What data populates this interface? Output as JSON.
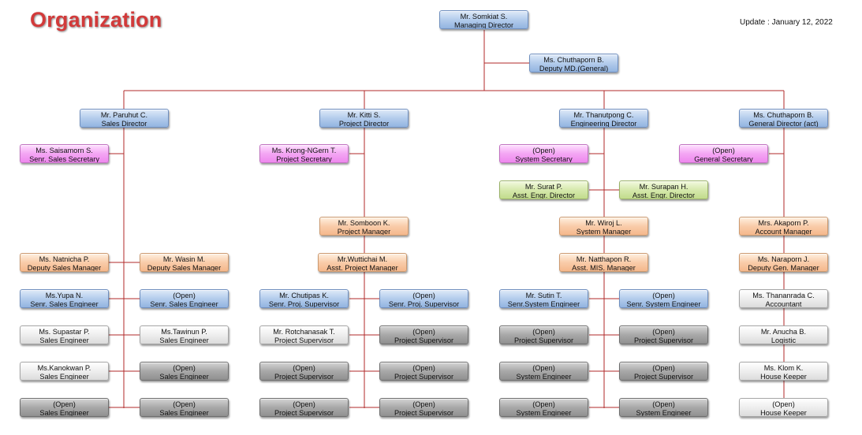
{
  "header": {
    "title": "Organization",
    "update": "Update : January 12, 2022"
  },
  "colors": {
    "connector": "#b02a2a",
    "title": "#d23a3a"
  },
  "boxes": {
    "md": {
      "name": "Mr. Somkiat  S.",
      "role": "Managing Director"
    },
    "deputy_md": {
      "name": "Ms. Chuthaporn  B.",
      "role": "Deputy MD.(General)"
    },
    "sales_director": {
      "name": "Mr. Paruhut  C.",
      "role": "Sales Director"
    },
    "sales_secretary": {
      "name": "Ms. Saisamorn  S.",
      "role": "Senr. Sales Secretary"
    },
    "deputy_sales_1": {
      "name": "Ms. Natnicha P.",
      "role": "Deputy Sales Manager"
    },
    "deputy_sales_2": {
      "name": "Mr. Wasin M.",
      "role": "Deputy Sales Manager"
    },
    "senr_sales_eng_1": {
      "name": "Ms.Yupa N.",
      "role": "Senr. Sales Engineer"
    },
    "senr_sales_eng_2": {
      "name": "(Open)",
      "role": "Senr. Sales Engineer"
    },
    "sales_eng_1": {
      "name": "Ms. Supastar P.",
      "role": "Sales Engineer"
    },
    "sales_eng_2": {
      "name": "Ms.Tawinun P.",
      "role": "Sales Engineer"
    },
    "sales_eng_3": {
      "name": "Ms.Kanokwan P.",
      "role": "Sales Engineer"
    },
    "sales_eng_4": {
      "name": "(Open)",
      "role": "Sales Engineer"
    },
    "sales_eng_5": {
      "name": "(Open)",
      "role": "Sales Engineer"
    },
    "sales_eng_6": {
      "name": "(Open)",
      "role": "Sales Engineer"
    },
    "project_director": {
      "name": "Mr. Kitti  S.",
      "role": "Project Director"
    },
    "project_secretary": {
      "name": "Ms. Krong-NGern  T.",
      "role": "Project Secretary"
    },
    "project_manager": {
      "name": "Mr. Somboon  K.",
      "role": "Project Manager"
    },
    "asst_project_manager": {
      "name": "Mr.Wuttichai M.",
      "role": "Asst. Project Manager"
    },
    "senr_proj_sup_1": {
      "name": "Mr. Chutipas  K.",
      "role": "Senr. Proj. Supervisor"
    },
    "senr_proj_sup_2": {
      "name": "(Open)",
      "role": "Senr. Proj. Supervisor"
    },
    "proj_sup_1": {
      "name": "Mr. Rotchanasak T.",
      "role": "Project Supervisor"
    },
    "proj_sup_2": {
      "name": "(Open)",
      "role": "Project Supervisor"
    },
    "proj_sup_3": {
      "name": "(Open)",
      "role": "Project Supervisor"
    },
    "proj_sup_4": {
      "name": "(Open)",
      "role": "Project Supervisor"
    },
    "proj_sup_5": {
      "name": "(Open)",
      "role": "Project Supervisor"
    },
    "proj_sup_6": {
      "name": "(Open)",
      "role": "Project Supervisor"
    },
    "engineering_director": {
      "name": "Mr. Thanutpong  C.",
      "role": "Engineering Director"
    },
    "system_secretary": {
      "name": "(Open)",
      "role": "System Secretary"
    },
    "asst_engr_dir_1": {
      "name": "Mr. Surat  P.",
      "role": "Asst. Engr. Director"
    },
    "asst_engr_dir_2": {
      "name": "Mr. Surapan  H.",
      "role": "Asst. Engr. Director"
    },
    "system_manager": {
      "name": "Mr. Wiroj  L.",
      "role": "System Manager"
    },
    "asst_mis_manager": {
      "name": "Mr. Natthapon  R.",
      "role": "Asst. MIS. Manager"
    },
    "senr_sys_eng_1": {
      "name": "Mr. Sutin T.",
      "role": "Senr.System Engineer"
    },
    "senr_sys_eng_2": {
      "name": "(Open)",
      "role": "Senr. System Engineer"
    },
    "eng_proj_sup_1": {
      "name": "(Open)",
      "role": "Project Supervisor"
    },
    "eng_proj_sup_2": {
      "name": "(Open)",
      "role": "Project Supervisor"
    },
    "sys_eng_1": {
      "name": "(Open)",
      "role": "System Engineer"
    },
    "eng_proj_sup_3": {
      "name": "(Open)",
      "role": "Project Supervisor"
    },
    "sys_eng_2": {
      "name": "(Open)",
      "role": "System Engineer"
    },
    "sys_eng_3": {
      "name": "(Open)",
      "role": "System Engineer"
    },
    "general_director": {
      "name": "Ms. Chuthaporn  B.",
      "role": "General Director (act)"
    },
    "general_secretary": {
      "name": "(Open)",
      "role": "General Secretary"
    },
    "account_manager": {
      "name": "Mrs. Akaporn  P.",
      "role": "Account Manager"
    },
    "deputy_gen_manager": {
      "name": "Ms. Naraporn  J.",
      "role": "Deputy Gen. Manager"
    },
    "accountant": {
      "name": "Ms. Thananrada  C.",
      "role": "Accountant"
    },
    "logistic": {
      "name": "Mr. Anucha  B.",
      "role": "Logistic"
    },
    "house_keeper_1": {
      "name": "Ms. Klom  K.",
      "role": "House Keeper"
    },
    "house_keeper_2": {
      "name": "(Open)",
      "role": "House Keeper"
    }
  }
}
